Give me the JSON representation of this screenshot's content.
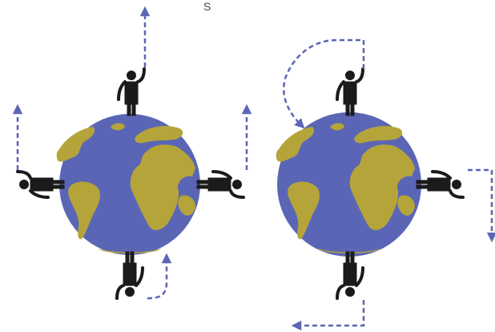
{
  "labels": {
    "corner_letter": "S"
  },
  "colors": {
    "ocean": "#5a66b5",
    "land": "#b5a43a",
    "person": "#1b1b1b",
    "arrow": "#5a66b5",
    "background": "#ffffff"
  },
  "diagrams": [
    {
      "name": "straight-up-arrows",
      "figures": [
        "top",
        "left",
        "right",
        "bottom"
      ]
    },
    {
      "name": "curving-arrows",
      "figures": [
        "top",
        "right",
        "bottom"
      ]
    }
  ]
}
